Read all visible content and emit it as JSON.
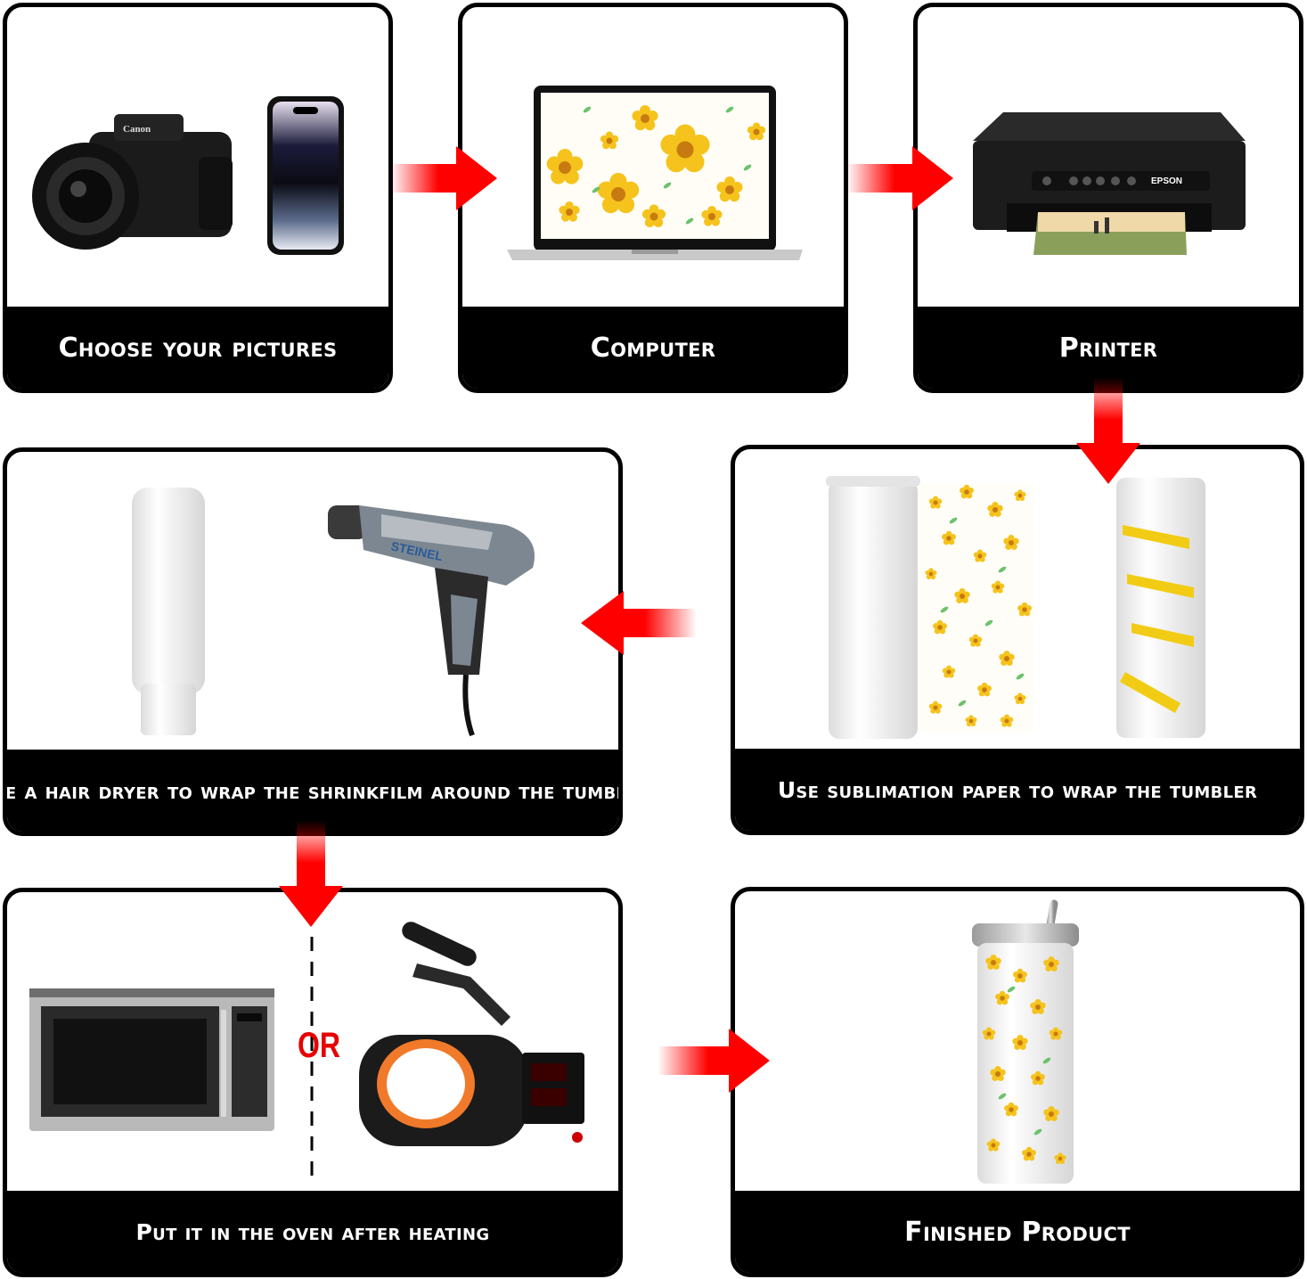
{
  "steps": [
    {
      "label": "Choose your pictures"
    },
    {
      "label": "Computer"
    },
    {
      "label": "Printer"
    },
    {
      "label": "Use sublimation paper to wrap the tumbler"
    },
    {
      "label": "Use a hair dryer to wrap the shrinkfilm around the tumbler"
    },
    {
      "label": "Put it in the oven after heating"
    },
    {
      "label": "Finished Product"
    }
  ],
  "brands": {
    "camera": "Canon",
    "printer": "EPSON",
    "heat_gun": "STEINEL"
  },
  "or_text": "OR",
  "colors": {
    "arrow": "#ff0000",
    "caption_bg": "#000000",
    "flower": "#f5c31c",
    "flower_center": "#c77a10",
    "leaf": "#6cc26b"
  }
}
